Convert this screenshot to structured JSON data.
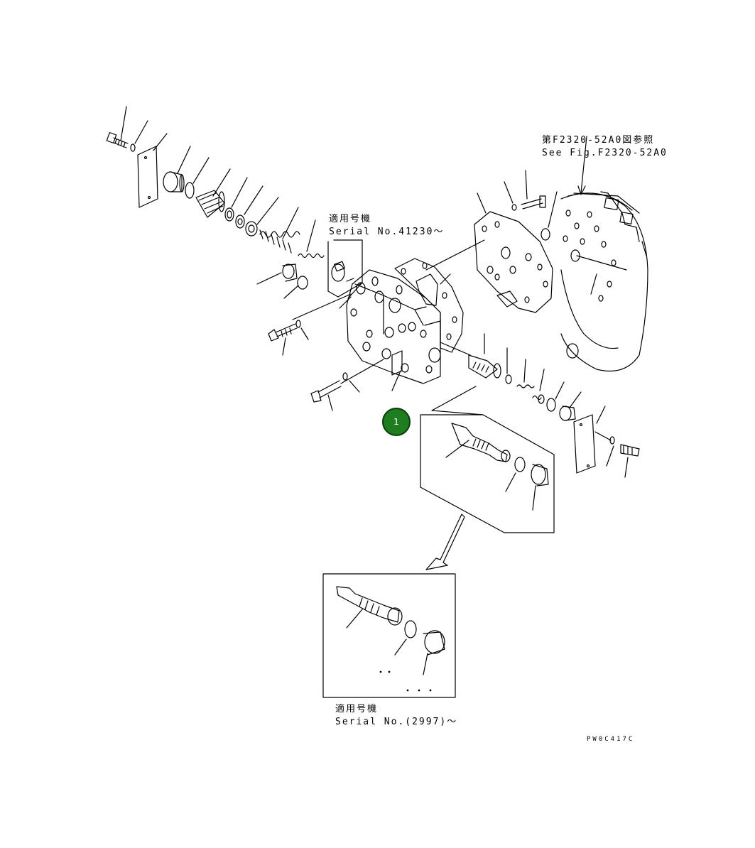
{
  "notes": {
    "ref_jp": "第F2320-52A0図参照",
    "ref_en": "See Fig.F2320-52A0",
    "serial_top_jp": "適用号機",
    "serial_top_en": "Serial No.41230〜",
    "serial_bottom_jp": "適用号機",
    "serial_bottom_en": "Serial No.(2997)〜"
  },
  "callout": {
    "label": "1",
    "color": "#1e7d1e"
  },
  "drawing_code": "PW0C417C"
}
